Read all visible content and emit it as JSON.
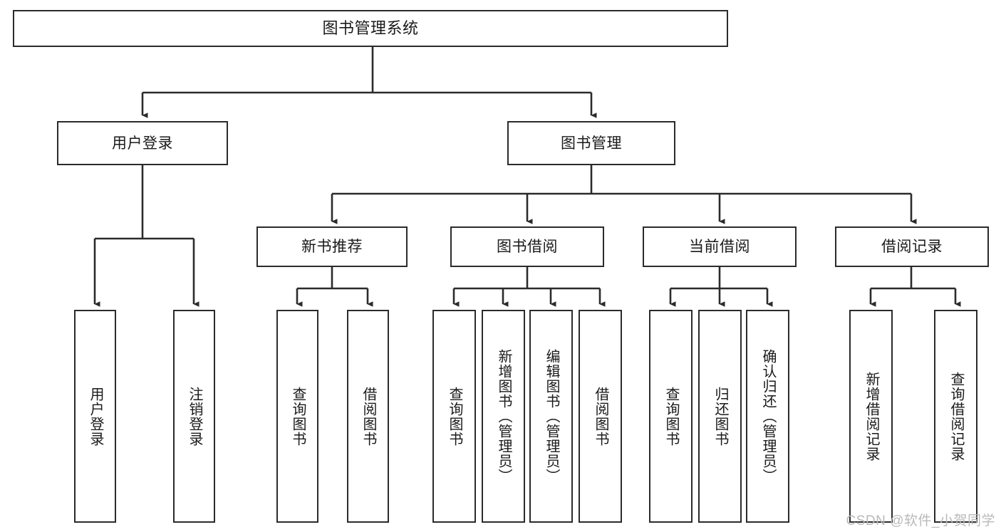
{
  "diagram": {
    "title": "图书管理系统",
    "type": "tree",
    "watermark": "CSDN @软件_小贺同学",
    "colors": {
      "box_border": "#2b2b2b",
      "box_fill": "#ffffff",
      "line": "#2b2b2b",
      "text": "#1a1a1a",
      "watermark": "#b9b9b9"
    },
    "nodes": {
      "root": {
        "label": "图书管理系统",
        "level": 1
      },
      "user_login": {
        "label": "用户登录",
        "level": 2
      },
      "book_manage": {
        "label": "图书管理",
        "level": 2
      },
      "new_book_rec": {
        "label": "新书推荐",
        "level": 3
      },
      "book_borrow": {
        "label": "图书借阅",
        "level": 3
      },
      "current_borrow": {
        "label": "当前借阅",
        "level": 3
      },
      "borrow_record": {
        "label": "借阅记录",
        "level": 3
      },
      "leaf_user_login": {
        "label": "用户登录",
        "level": 4
      },
      "leaf_logout": {
        "label": "注销登录",
        "level": 4
      },
      "leaf_query_book_1": {
        "label": "查询图书",
        "level": 4
      },
      "leaf_borrow_book_1": {
        "label": "借阅图书",
        "level": 4
      },
      "leaf_query_book_2": {
        "label": "查询图书",
        "level": 4
      },
      "leaf_add_book": {
        "label": "新增图书（管理员）",
        "level": 4
      },
      "leaf_edit_book": {
        "label": "编辑图书（管理员）",
        "level": 4
      },
      "leaf_borrow_book_2": {
        "label": "借阅图书",
        "level": 4
      },
      "leaf_query_book_3": {
        "label": "查询图书",
        "level": 4
      },
      "leaf_return_book": {
        "label": "归还图书",
        "level": 4
      },
      "leaf_confirm_return": {
        "label": "确认归还（管理员）",
        "level": 4
      },
      "leaf_add_record": {
        "label": "新增借阅记录",
        "level": 4
      },
      "leaf_query_record": {
        "label": "查询借阅记录",
        "level": 4
      }
    },
    "edges": [
      {
        "from": "root",
        "to": "user_login"
      },
      {
        "from": "root",
        "to": "book_manage"
      },
      {
        "from": "user_login",
        "to": "leaf_user_login"
      },
      {
        "from": "user_login",
        "to": "leaf_logout"
      },
      {
        "from": "book_manage",
        "to": "new_book_rec"
      },
      {
        "from": "book_manage",
        "to": "book_borrow"
      },
      {
        "from": "book_manage",
        "to": "current_borrow"
      },
      {
        "from": "book_manage",
        "to": "borrow_record"
      },
      {
        "from": "new_book_rec",
        "to": "leaf_query_book_1"
      },
      {
        "from": "new_book_rec",
        "to": "leaf_borrow_book_1"
      },
      {
        "from": "book_borrow",
        "to": "leaf_query_book_2"
      },
      {
        "from": "book_borrow",
        "to": "leaf_add_book"
      },
      {
        "from": "book_borrow",
        "to": "leaf_edit_book"
      },
      {
        "from": "book_borrow",
        "to": "leaf_borrow_book_2"
      },
      {
        "from": "current_borrow",
        "to": "leaf_query_book_3"
      },
      {
        "from": "current_borrow",
        "to": "leaf_return_book"
      },
      {
        "from": "current_borrow",
        "to": "leaf_confirm_return"
      },
      {
        "from": "borrow_record",
        "to": "leaf_add_record"
      },
      {
        "from": "borrow_record",
        "to": "leaf_query_record"
      }
    ]
  }
}
